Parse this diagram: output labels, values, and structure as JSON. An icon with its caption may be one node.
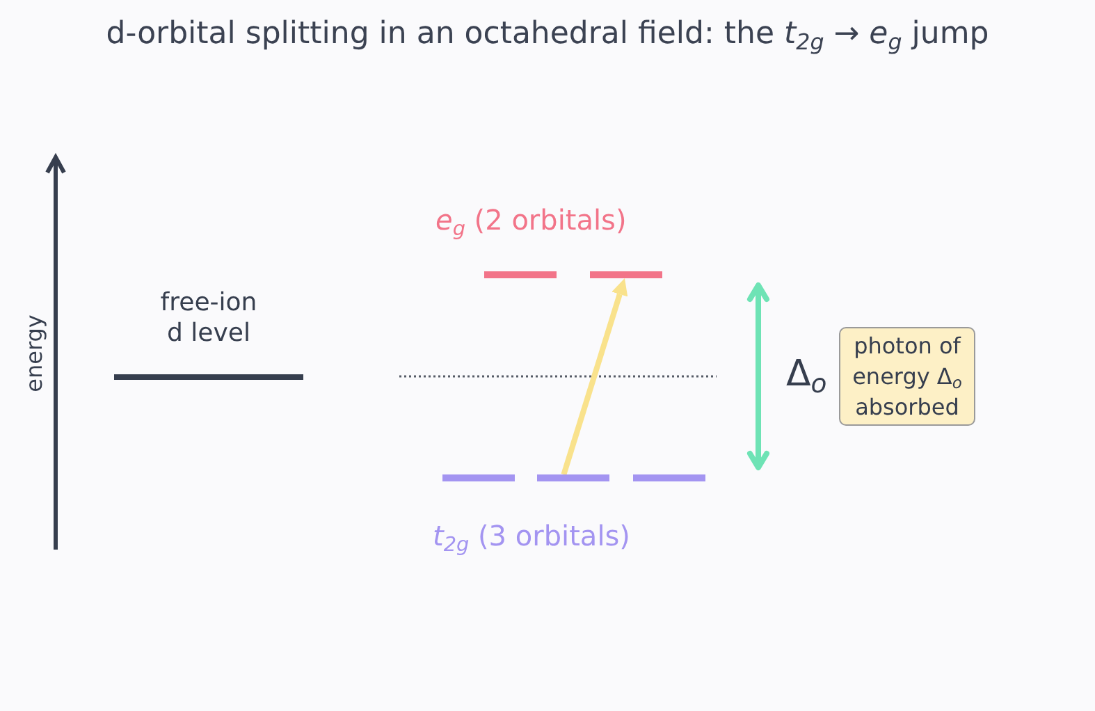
{
  "diagram": {
    "title": "d-orbital splitting in an octahedral field: the *t*$_{2g}$ → *e*$_{g}$ jump",
    "nodes": [
      {
        "text": [
          "free-ion d level"
        ]
      },
      {
        "text": [],
        "shape": "bar"
      },
      {
        "text": [],
        "shape": "bar"
      },
      {
        "text": [],
        "shape": "bar"
      },
      {
        "text": [],
        "shape": "bar"
      },
      {
        "text": [],
        "shape": "bar"
      },
      {
        "text": [
          "photon of energy Δ$_{o}$ absorbed"
        ]
      }
    ],
    "edges": [
      {
        "from": 4,
        "to": 2,
        "arrow": "to"
      }
    ],
    "labels": [
      "*e*$_{g}$ (2 orbitals)",
      "energy",
      "Δ$_{o}$",
      "*t*$_{2g}$ (3 orbitals)"
    ]
  }
}
